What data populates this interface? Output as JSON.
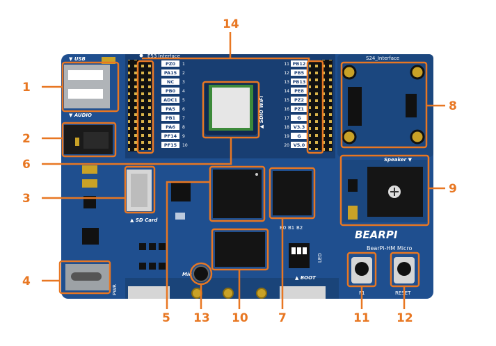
{
  "callouts": {
    "c1": "1",
    "c2": "2",
    "c3": "3",
    "c4": "4",
    "c5": "5",
    "c6": "6",
    "c7": "7",
    "c8": "8",
    "c9": "9",
    "c10": "10",
    "c11": "11",
    "c12": "12",
    "c13": "13",
    "c14": "14"
  },
  "silkscreen": {
    "e53_interface": "E53 Interface",
    "s24_interface": "S24_Interface",
    "usb": "▼ USB",
    "audio": "▼ AUDIO",
    "sd_card": "▲ SD Card",
    "sdio_wifi": "▲ SDIO WiFi",
    "speaker": "Speaker ▼",
    "mic": "Mic",
    "boot": "▲ BOOT",
    "pwr": "PWR",
    "led": "LED",
    "b0": "B0",
    "b1": "B1",
    "b2": "B2",
    "f1": "F1",
    "reset": "RESET",
    "brand": "BEARPI",
    "model": "BearPi-HM Micro"
  },
  "left_pins": [
    {
      "label": "PZ0",
      "num": "1"
    },
    {
      "label": "PA15",
      "num": "2"
    },
    {
      "label": "NC",
      "num": "3"
    },
    {
      "label": "PB0",
      "num": "4"
    },
    {
      "label": "ADC1",
      "num": "5"
    },
    {
      "label": "PA5",
      "num": "6"
    },
    {
      "label": "PB1",
      "num": "7"
    },
    {
      "label": "PA6",
      "num": "8"
    },
    {
      "label": "PF14",
      "num": "9"
    },
    {
      "label": "PF15",
      "num": "10"
    }
  ],
  "right_pins": [
    {
      "label": "PB12",
      "num": "11"
    },
    {
      "label": "PB5",
      "num": "12"
    },
    {
      "label": "PB13",
      "num": "13"
    },
    {
      "label": "PE8",
      "num": "14"
    },
    {
      "label": "PZ2",
      "num": "15"
    },
    {
      "label": "PZ1",
      "num": "16"
    },
    {
      "label": "G",
      "num": "17"
    },
    {
      "label": "V3.3",
      "num": "18"
    },
    {
      "label": "G",
      "num": "19"
    },
    {
      "label": "V5.0",
      "num": "20"
    }
  ],
  "colors": {
    "board": "#1f4f8f",
    "accent": "#e87722",
    "chip": "#141414",
    "silk": "#ffffff",
    "pad": "#c9a227"
  }
}
